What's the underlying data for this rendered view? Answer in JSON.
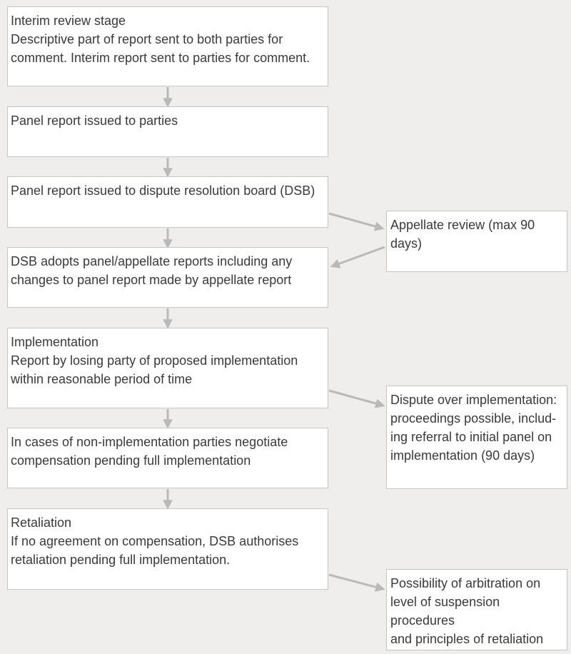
{
  "flow": {
    "steps": [
      {
        "id": "interim",
        "text": "Interim review stage\nDescriptive part of report sent to both parties for\ncomment. Interim report sent to parties for comment."
      },
      {
        "id": "parties",
        "text": "Panel report issued to parties"
      },
      {
        "id": "dsb",
        "text": "Panel report issued to dispute resolution board (DSB)"
      },
      {
        "id": "adopt",
        "text": "DSB adopts panel/appellate reports including any\nchanges to panel report made by appellate report"
      },
      {
        "id": "implementation",
        "text": "Implementation\nReport by losing party of proposed implementation\nwithin reasonable period of time"
      },
      {
        "id": "non_impl",
        "text": "In cases of non-implementation parties negotiate\ncompensation pending full implementation"
      },
      {
        "id": "retaliation",
        "text": "Retaliation\nIf no agreement on compensation, DSB authorises\nretaliation pending full implementation."
      }
    ],
    "side": [
      {
        "id": "appellate",
        "text": "Appellate review (max 90\ndays)"
      },
      {
        "id": "dispute",
        "text": "Dispute over implementation:\nproceedings possible, includ-\ning referral to initial panel on\nimplementation (90 days)"
      },
      {
        "id": "arbitration",
        "text": "Possibility of arbitration on\nlevel of suspension procedures\nand principles of retaliation"
      }
    ]
  },
  "colors": {
    "background": "#efeeed",
    "box_border": "#c6c6c6",
    "arrow": "#b9b9b9",
    "text": "#3a3a3a"
  }
}
